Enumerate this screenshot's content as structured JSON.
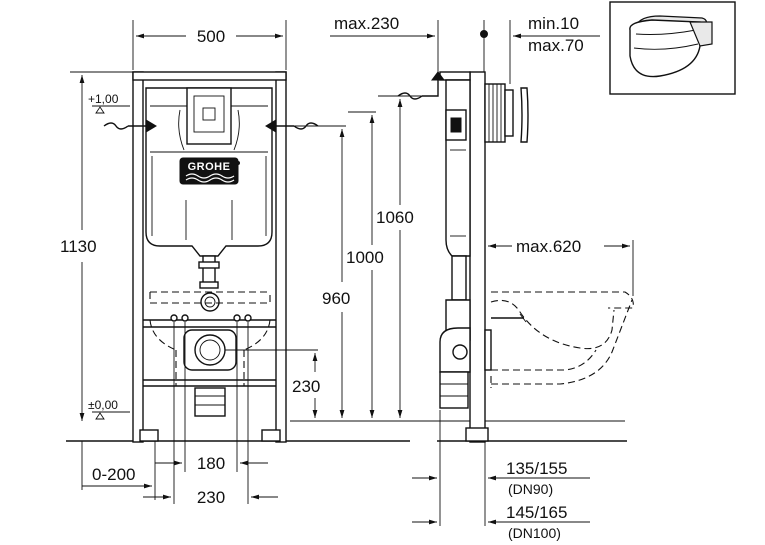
{
  "labels": {
    "width_500": "500",
    "max_230": "max.230",
    "min_10": "min.10",
    "max_70": "max.70",
    "level_plus": "+1,00",
    "level_zero": "±0,00",
    "height_1130": "1130",
    "height_1060": "1060",
    "height_1000": "1000",
    "height_960": "960",
    "height_230": "230",
    "max_620": "max.620",
    "range_0_200": "0-200",
    "spacing_180": "180",
    "spacing_230": "230",
    "size_135_155": "135/155",
    "dn90": "(DN90)",
    "size_145_165": "145/165",
    "dn100": "(DN100)",
    "brand": "GROHE"
  },
  "colors": {
    "line": "#111111",
    "background": "#ffffff",
    "panel": "#e9e9e9"
  }
}
